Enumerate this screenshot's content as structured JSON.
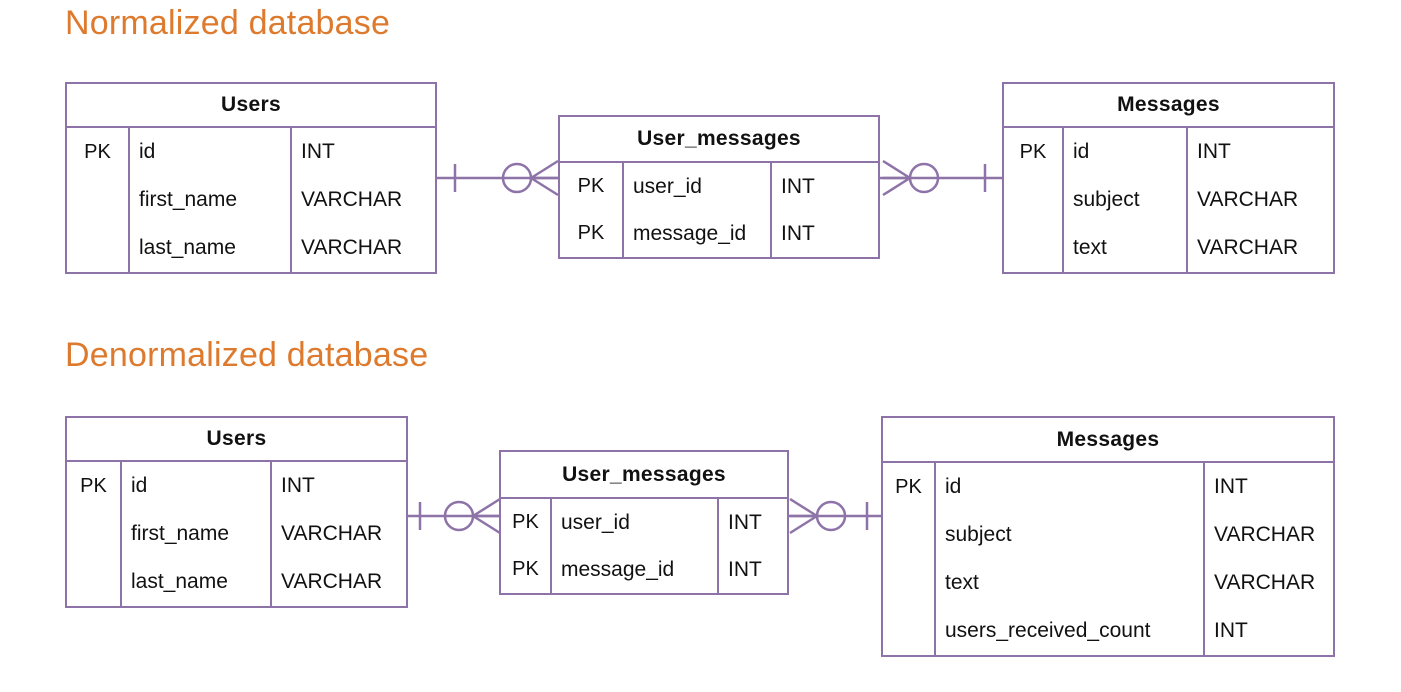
{
  "sections": [
    {
      "title": "Normalized database",
      "tables": [
        {
          "name": "Users",
          "pk_label": "PK",
          "rows": [
            {
              "pk": "PK",
              "field": "id",
              "type": "INT"
            },
            {
              "pk": "",
              "field": "first_name",
              "type": "VARCHAR"
            },
            {
              "pk": "",
              "field": "last_name",
              "type": "VARCHAR"
            }
          ]
        },
        {
          "name": "User_messages",
          "pk_label": "PK",
          "rows": [
            {
              "pk": "PK",
              "field": "user_id",
              "type": "INT"
            },
            {
              "pk": "PK",
              "field": "message_id",
              "type": "INT"
            }
          ]
        },
        {
          "name": "Messages",
          "pk_label": "PK",
          "rows": [
            {
              "pk": "PK",
              "field": "id",
              "type": "INT"
            },
            {
              "pk": "",
              "field": "subject",
              "type": "VARCHAR"
            },
            {
              "pk": "",
              "field": "text",
              "type": "VARCHAR"
            }
          ]
        }
      ],
      "relationships": [
        {
          "from": "Users",
          "to": "User_messages",
          "left_cardinality": "one",
          "left_modality": "zero",
          "right_cardinality": "many"
        },
        {
          "from": "User_messages",
          "to": "Messages",
          "left_cardinality": "many",
          "right_modality": "zero",
          "right_cardinality": "one"
        }
      ]
    },
    {
      "title": "Denormalized database",
      "tables": [
        {
          "name": "Users",
          "pk_label": "PK",
          "rows": [
            {
              "pk": "PK",
              "field": "id",
              "type": "INT"
            },
            {
              "pk": "",
              "field": "first_name",
              "type": "VARCHAR"
            },
            {
              "pk": "",
              "field": "last_name",
              "type": "VARCHAR"
            }
          ]
        },
        {
          "name": "User_messages",
          "pk_label": "PK",
          "rows": [
            {
              "pk": "PK",
              "field": "user_id",
              "type": "INT"
            },
            {
              "pk": "PK",
              "field": "message_id",
              "type": "INT"
            }
          ]
        },
        {
          "name": "Messages",
          "pk_label": "PK",
          "rows": [
            {
              "pk": "PK",
              "field": "id",
              "type": "INT"
            },
            {
              "pk": "",
              "field": "subject",
              "type": "VARCHAR"
            },
            {
              "pk": "",
              "field": "text",
              "type": "VARCHAR"
            },
            {
              "pk": "",
              "field": "users_received_count",
              "type": "INT"
            }
          ]
        }
      ],
      "relationships": [
        {
          "from": "Users",
          "to": "User_messages",
          "left_cardinality": "one",
          "left_modality": "zero",
          "right_cardinality": "many"
        },
        {
          "from": "User_messages",
          "to": "Messages",
          "left_cardinality": "many",
          "right_modality": "zero",
          "right_cardinality": "one"
        }
      ]
    }
  ],
  "colors": {
    "title": "#DD7A2E",
    "border": "#8E73A8",
    "text": "#111111",
    "background": "#FFFFFF"
  }
}
